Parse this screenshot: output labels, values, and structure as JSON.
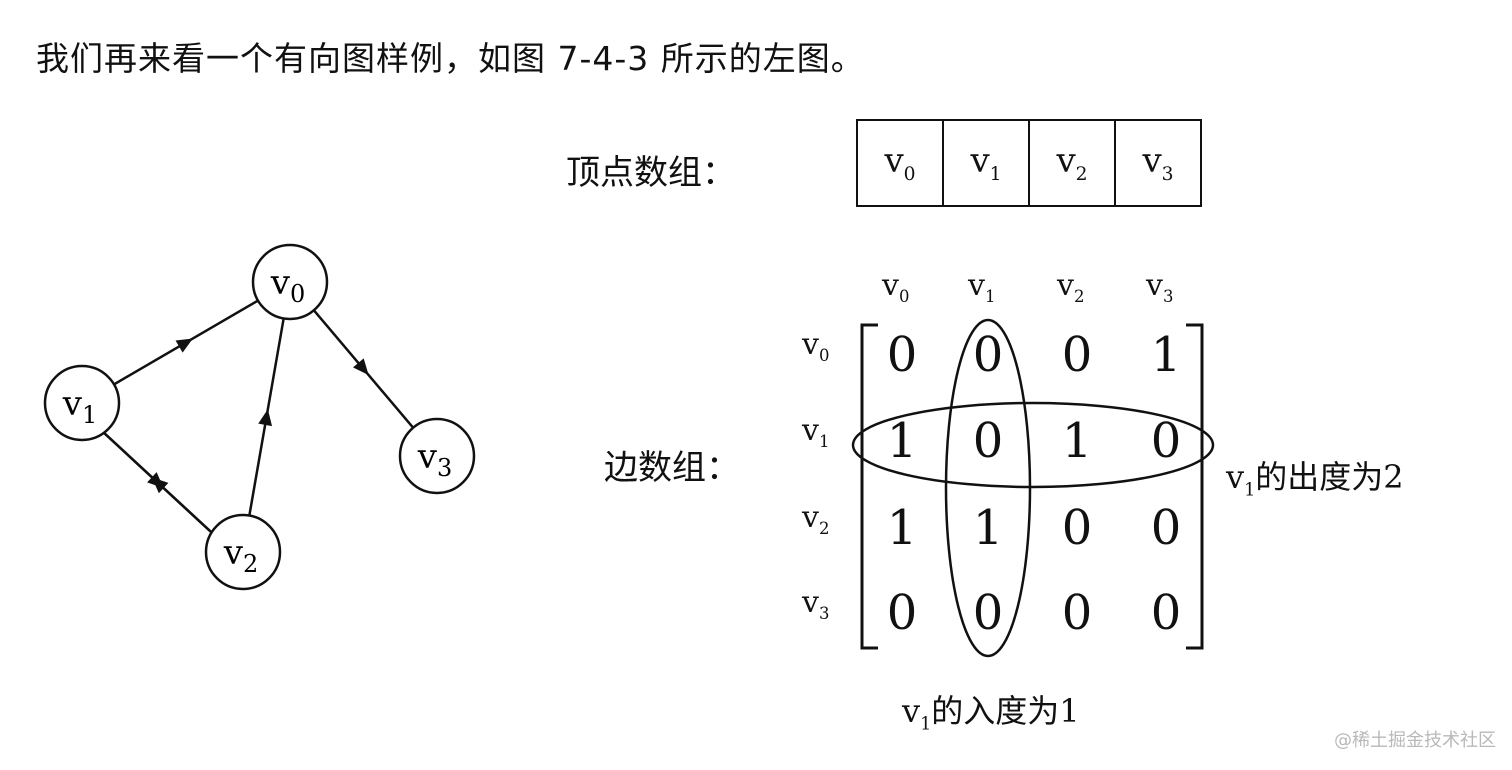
{
  "intro_text": "我们再来看一个有向图样例，如图 7-4-3 所示的左图。",
  "vertex_array": {
    "label": "顶点数组：",
    "cells": [
      {
        "base": "v",
        "sub": "0"
      },
      {
        "base": "v",
        "sub": "1"
      },
      {
        "base": "v",
        "sub": "2"
      },
      {
        "base": "v",
        "sub": "3"
      }
    ]
  },
  "edge_array": {
    "label": "边数组：",
    "col_headers": [
      {
        "base": "v",
        "sub": "0"
      },
      {
        "base": "v",
        "sub": "1"
      },
      {
        "base": "v",
        "sub": "2"
      },
      {
        "base": "v",
        "sub": "3"
      }
    ],
    "row_headers": [
      {
        "base": "v",
        "sub": "0"
      },
      {
        "base": "v",
        "sub": "1"
      },
      {
        "base": "v",
        "sub": "2"
      },
      {
        "base": "v",
        "sub": "3"
      }
    ],
    "matrix": [
      [
        "0",
        "0",
        "0",
        "1"
      ],
      [
        "1",
        "0",
        "1",
        "0"
      ],
      [
        "1",
        "1",
        "0",
        "0"
      ],
      [
        "0",
        "0",
        "0",
        "0"
      ]
    ]
  },
  "out_degree_note": {
    "base": "v",
    "sub": "1",
    "rest": "的出度为2"
  },
  "in_degree_note": {
    "base": "v",
    "sub": "1",
    "rest": "的入度为1"
  },
  "graph": {
    "nodes": [
      {
        "id": "v0",
        "base": "v",
        "sub": "0"
      },
      {
        "id": "v1",
        "base": "v",
        "sub": "1"
      },
      {
        "id": "v2",
        "base": "v",
        "sub": "2"
      },
      {
        "id": "v3",
        "base": "v",
        "sub": "3"
      }
    ],
    "edges": [
      {
        "from": "v1",
        "to": "v0"
      },
      {
        "from": "v0",
        "to": "v3"
      },
      {
        "from": "v1",
        "to": "v2"
      },
      {
        "from": "v2",
        "to": "v1"
      },
      {
        "from": "v2",
        "to": "v0"
      }
    ]
  },
  "watermark": "@稀土掘金技术社区"
}
